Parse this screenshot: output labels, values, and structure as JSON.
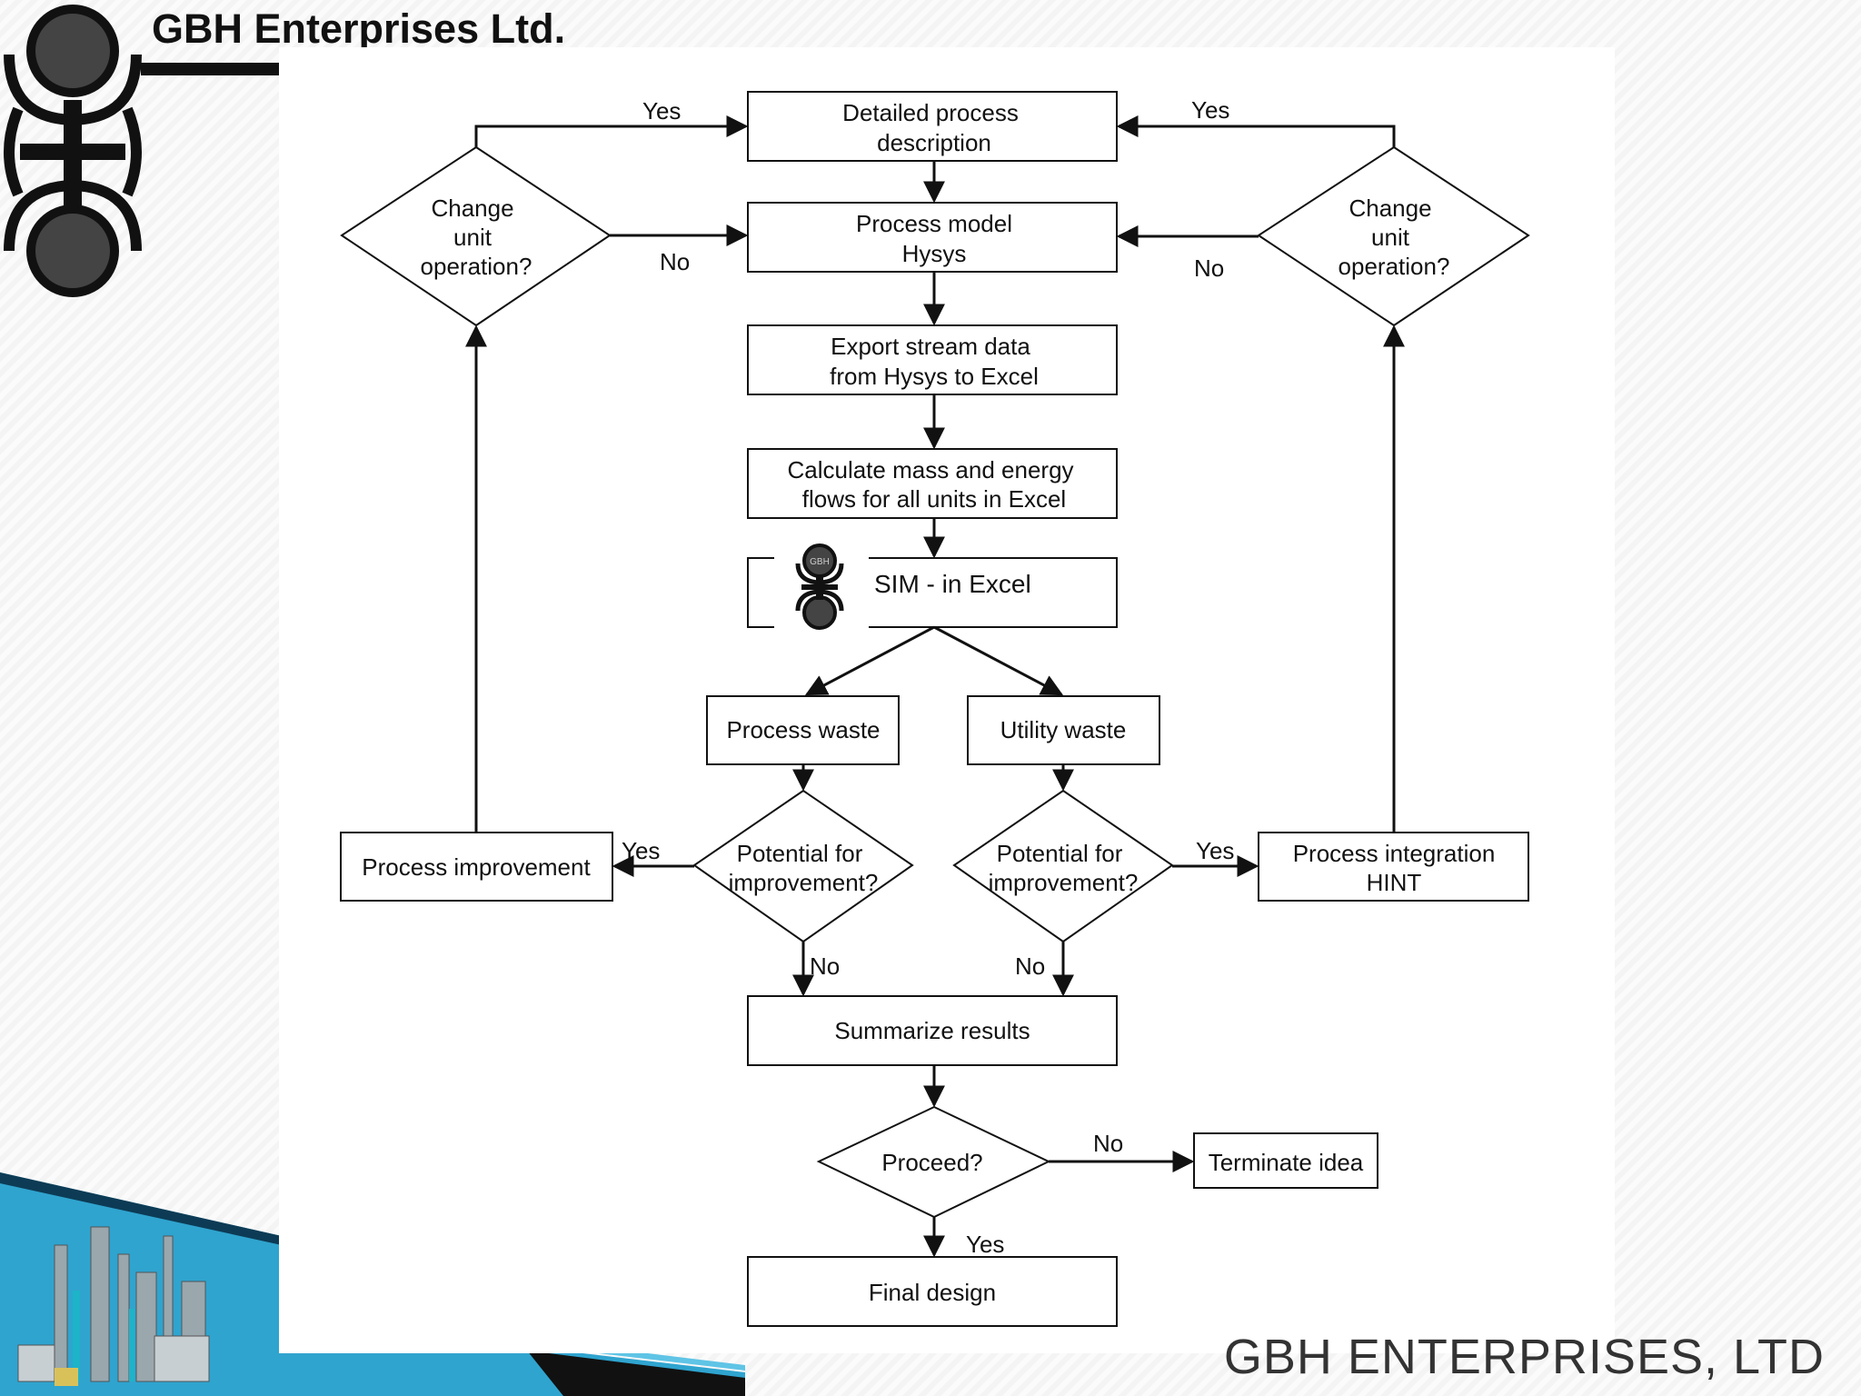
{
  "header": {
    "title": "GBH Enterprises Ltd."
  },
  "footer": {
    "company": "GBH ENTERPRISES, LTD"
  },
  "nodes": {
    "detailed_process": [
      "Detailed process",
      "description"
    ],
    "process_model": [
      "Process model",
      "Hysys"
    ],
    "export_stream": [
      "Export stream data",
      "from Hysys to Excel"
    ],
    "calculate_mass": [
      "Calculate mass and energy",
      "flows for all units in Excel"
    ],
    "sim_excel": "SIM -  in Excel",
    "sim_logo_text": "GBH",
    "process_waste": "Process waste",
    "utility_waste": "Utility waste",
    "potential_left": [
      "Potential for",
      "improvement?"
    ],
    "potential_right": [
      "Potential for",
      "improvement?"
    ],
    "process_improvement": "Process improvement",
    "process_integration": [
      "Process integration",
      "HINT"
    ],
    "change_left": [
      "Change",
      "unit",
      "operation?"
    ],
    "change_right": [
      "Change",
      "unit",
      "operation?"
    ],
    "summarize": "Summarize results",
    "proceed": "Proceed?",
    "terminate": "Terminate idea",
    "final_design": "Final design"
  },
  "edges": {
    "yes_top_left": "Yes",
    "yes_top_right": "Yes",
    "no_change_left": "No",
    "no_change_right": "No",
    "yes_pot_left": "Yes",
    "yes_pot_right": "Yes",
    "no_pot_left": "No",
    "no_pot_right": "No",
    "no_proceed": "No",
    "yes_proceed": "Yes"
  }
}
